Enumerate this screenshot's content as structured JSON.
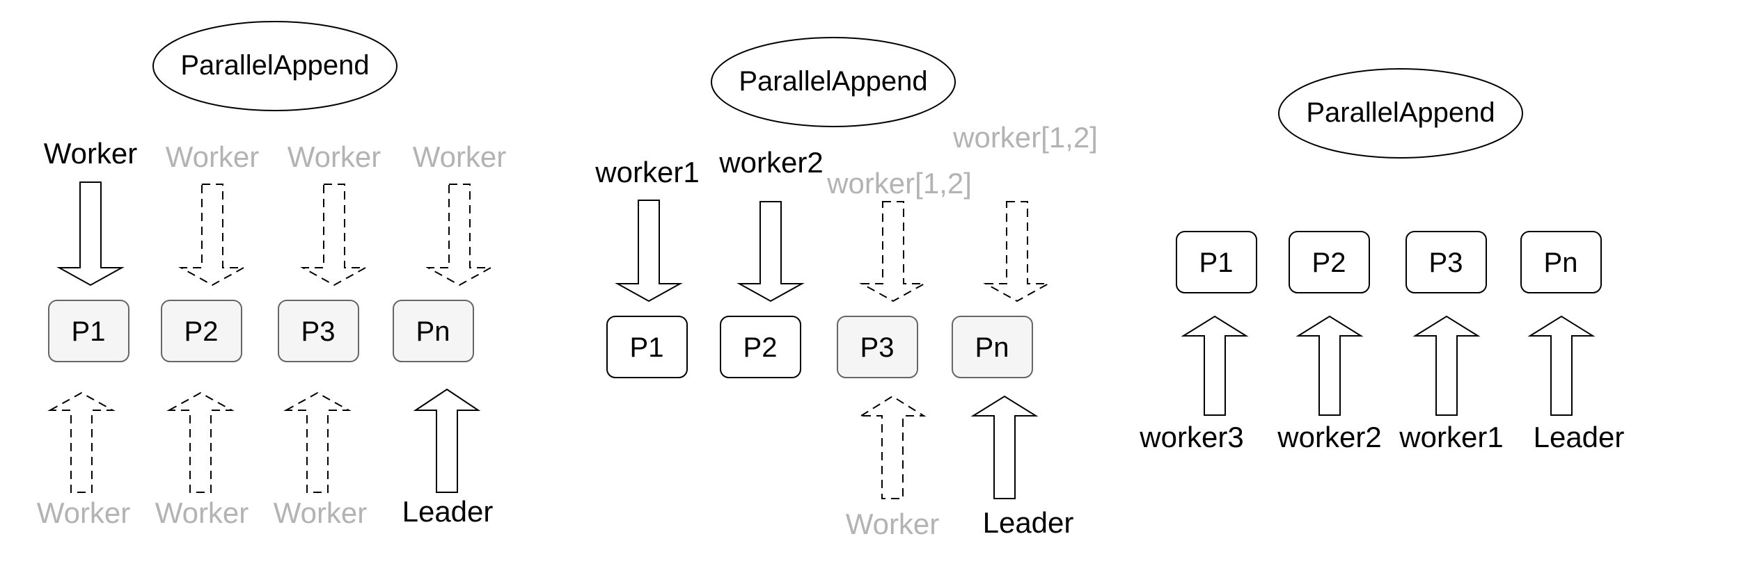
{
  "panels": [
    {
      "title": "ParallelAppend",
      "top_labels": [
        "Worker",
        "Worker",
        "Worker",
        "Worker"
      ],
      "boxes": [
        "P1",
        "P2",
        "P3",
        "Pn"
      ],
      "bottom_labels": [
        "Worker",
        "Worker",
        "Worker",
        "Leader"
      ]
    },
    {
      "title": "ParallelAppend",
      "top_labels": [
        "worker1",
        "worker2",
        "worker[1,2]",
        "worker[1,2]"
      ],
      "boxes": [
        "P1",
        "P2",
        "P3",
        "Pn"
      ],
      "bottom_labels": [
        "Worker",
        "Leader"
      ]
    },
    {
      "title": "ParallelAppend",
      "boxes": [
        "P1",
        "P2",
        "P3",
        "Pn"
      ],
      "bottom_labels": [
        "worker3",
        "worker2",
        "worker1",
        "Leader"
      ]
    }
  ],
  "colors": {
    "active": "#000000",
    "inactive": "#b3b3b3",
    "box_fill_filled": "#f5f5f5",
    "box_fill_empty": "#ffffff",
    "stroke": "#000000"
  }
}
